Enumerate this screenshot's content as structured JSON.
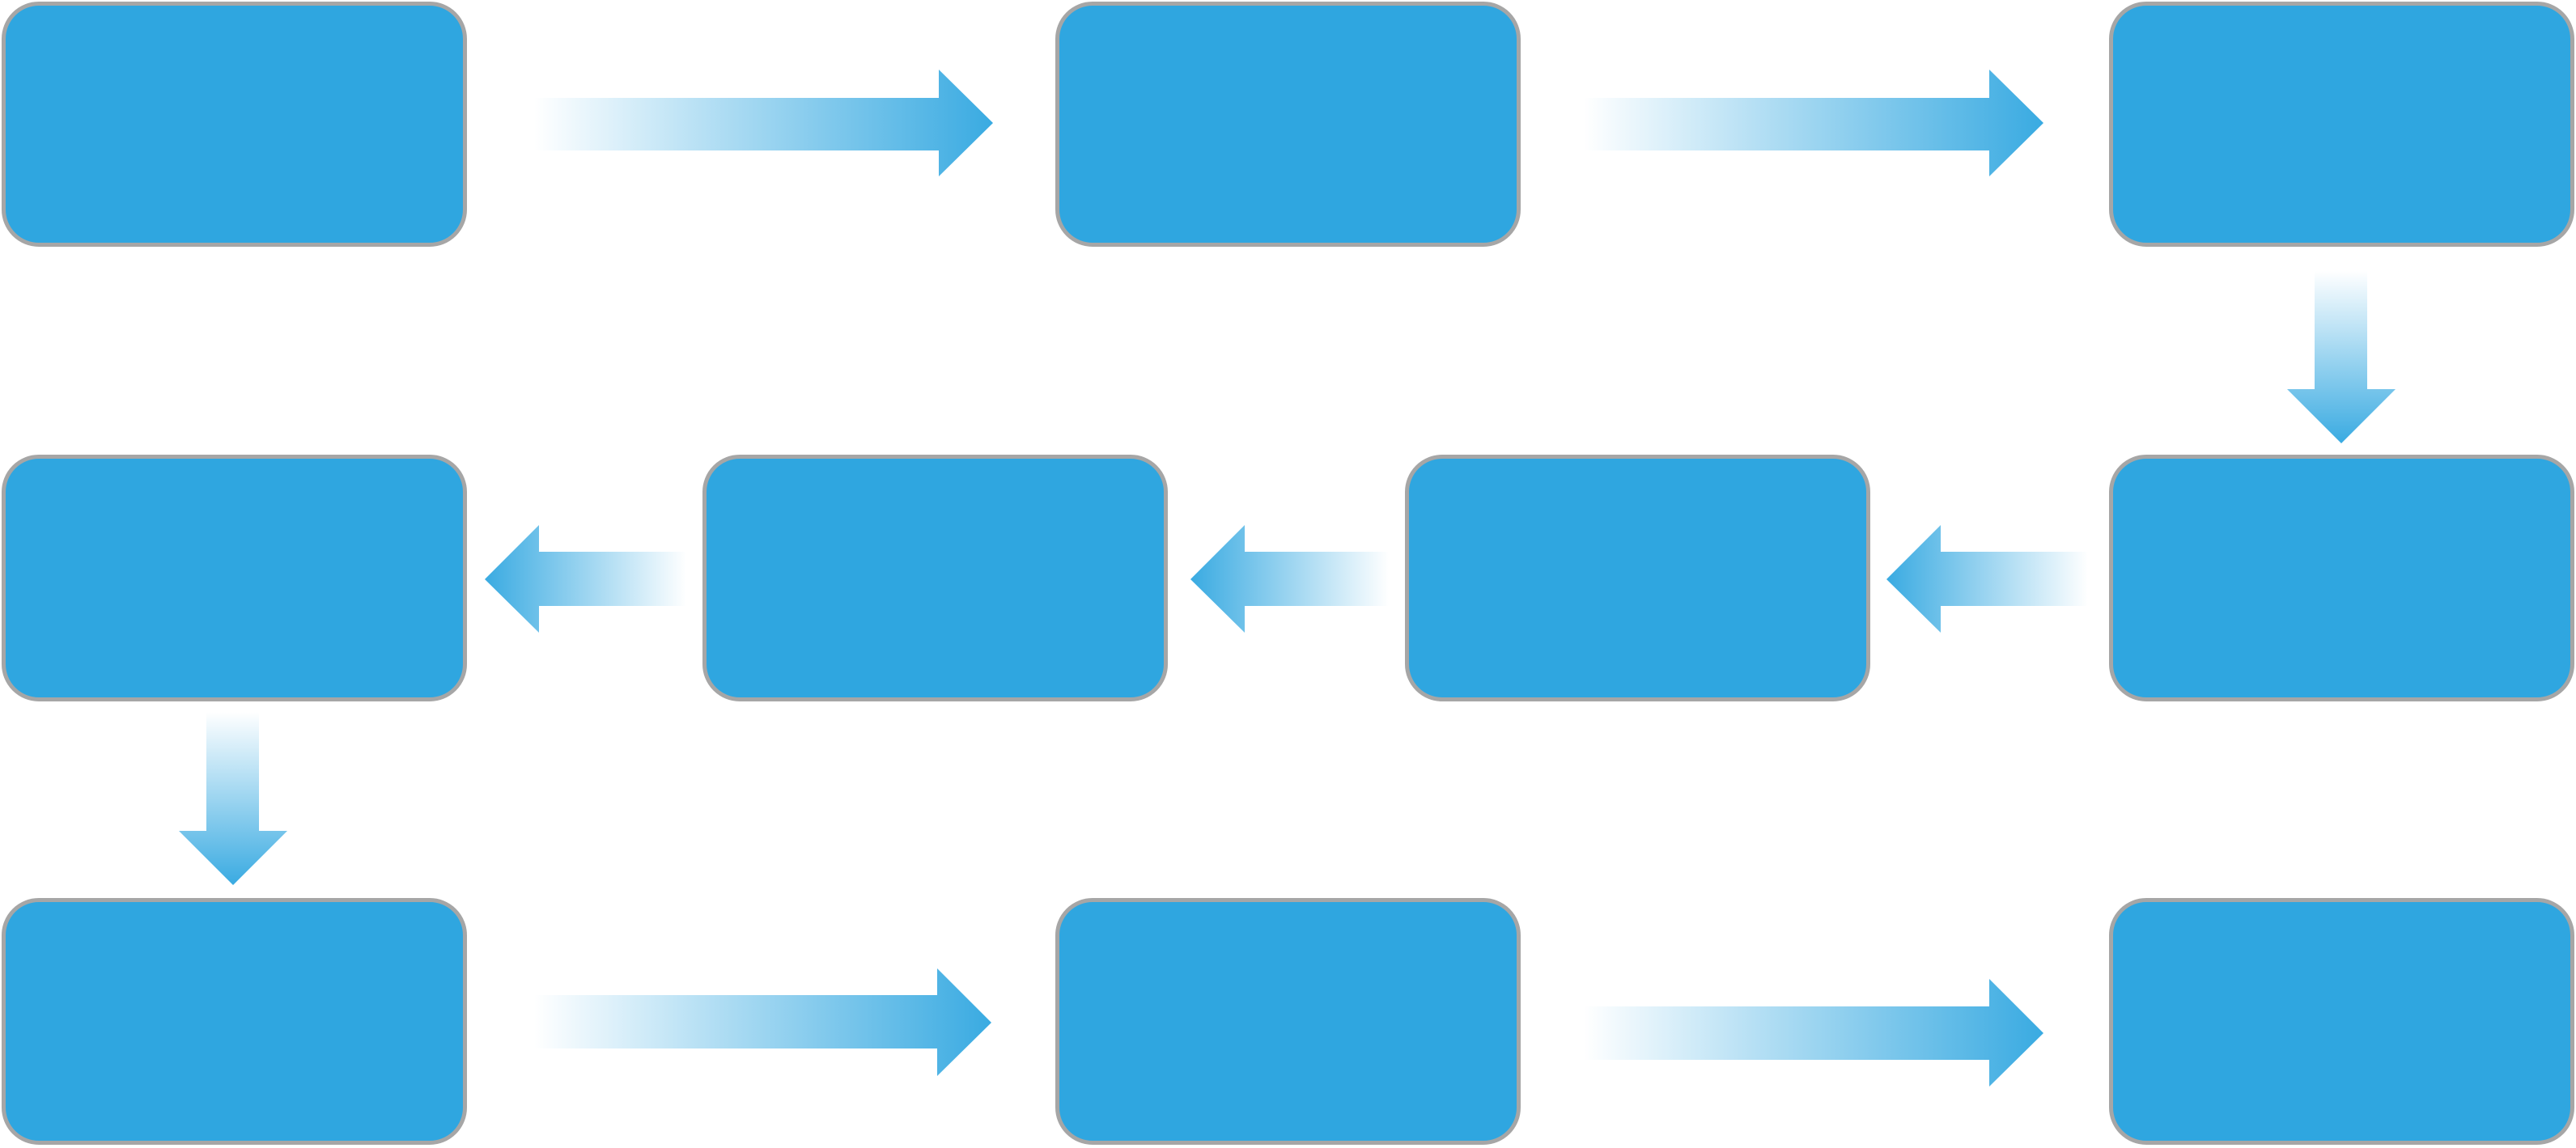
{
  "diagram": {
    "type": "serpentine-process-flow",
    "colors": {
      "node_fill": "#2fa6e0",
      "node_border": "#a6a6a6",
      "arrow": "#2fa6e0",
      "background": "#ffffff"
    },
    "nodes": [
      {
        "id": "n1",
        "label": ""
      },
      {
        "id": "n2",
        "label": ""
      },
      {
        "id": "n3",
        "label": ""
      },
      {
        "id": "n4",
        "label": ""
      },
      {
        "id": "n5",
        "label": ""
      },
      {
        "id": "n6",
        "label": ""
      },
      {
        "id": "n7",
        "label": ""
      },
      {
        "id": "n8",
        "label": ""
      },
      {
        "id": "n9",
        "label": ""
      },
      {
        "id": "n10",
        "label": ""
      }
    ],
    "edges": [
      {
        "from": "n1",
        "to": "n2",
        "direction": "right"
      },
      {
        "from": "n2",
        "to": "n3",
        "direction": "right"
      },
      {
        "from": "n3",
        "to": "n4",
        "direction": "down"
      },
      {
        "from": "n4",
        "to": "n5",
        "direction": "left"
      },
      {
        "from": "n5",
        "to": "n6",
        "direction": "left"
      },
      {
        "from": "n6",
        "to": "n7",
        "direction": "left"
      },
      {
        "from": "n7",
        "to": "n8",
        "direction": "down"
      },
      {
        "from": "n8",
        "to": "n9",
        "direction": "right"
      },
      {
        "from": "n9",
        "to": "n10",
        "direction": "right"
      }
    ]
  }
}
